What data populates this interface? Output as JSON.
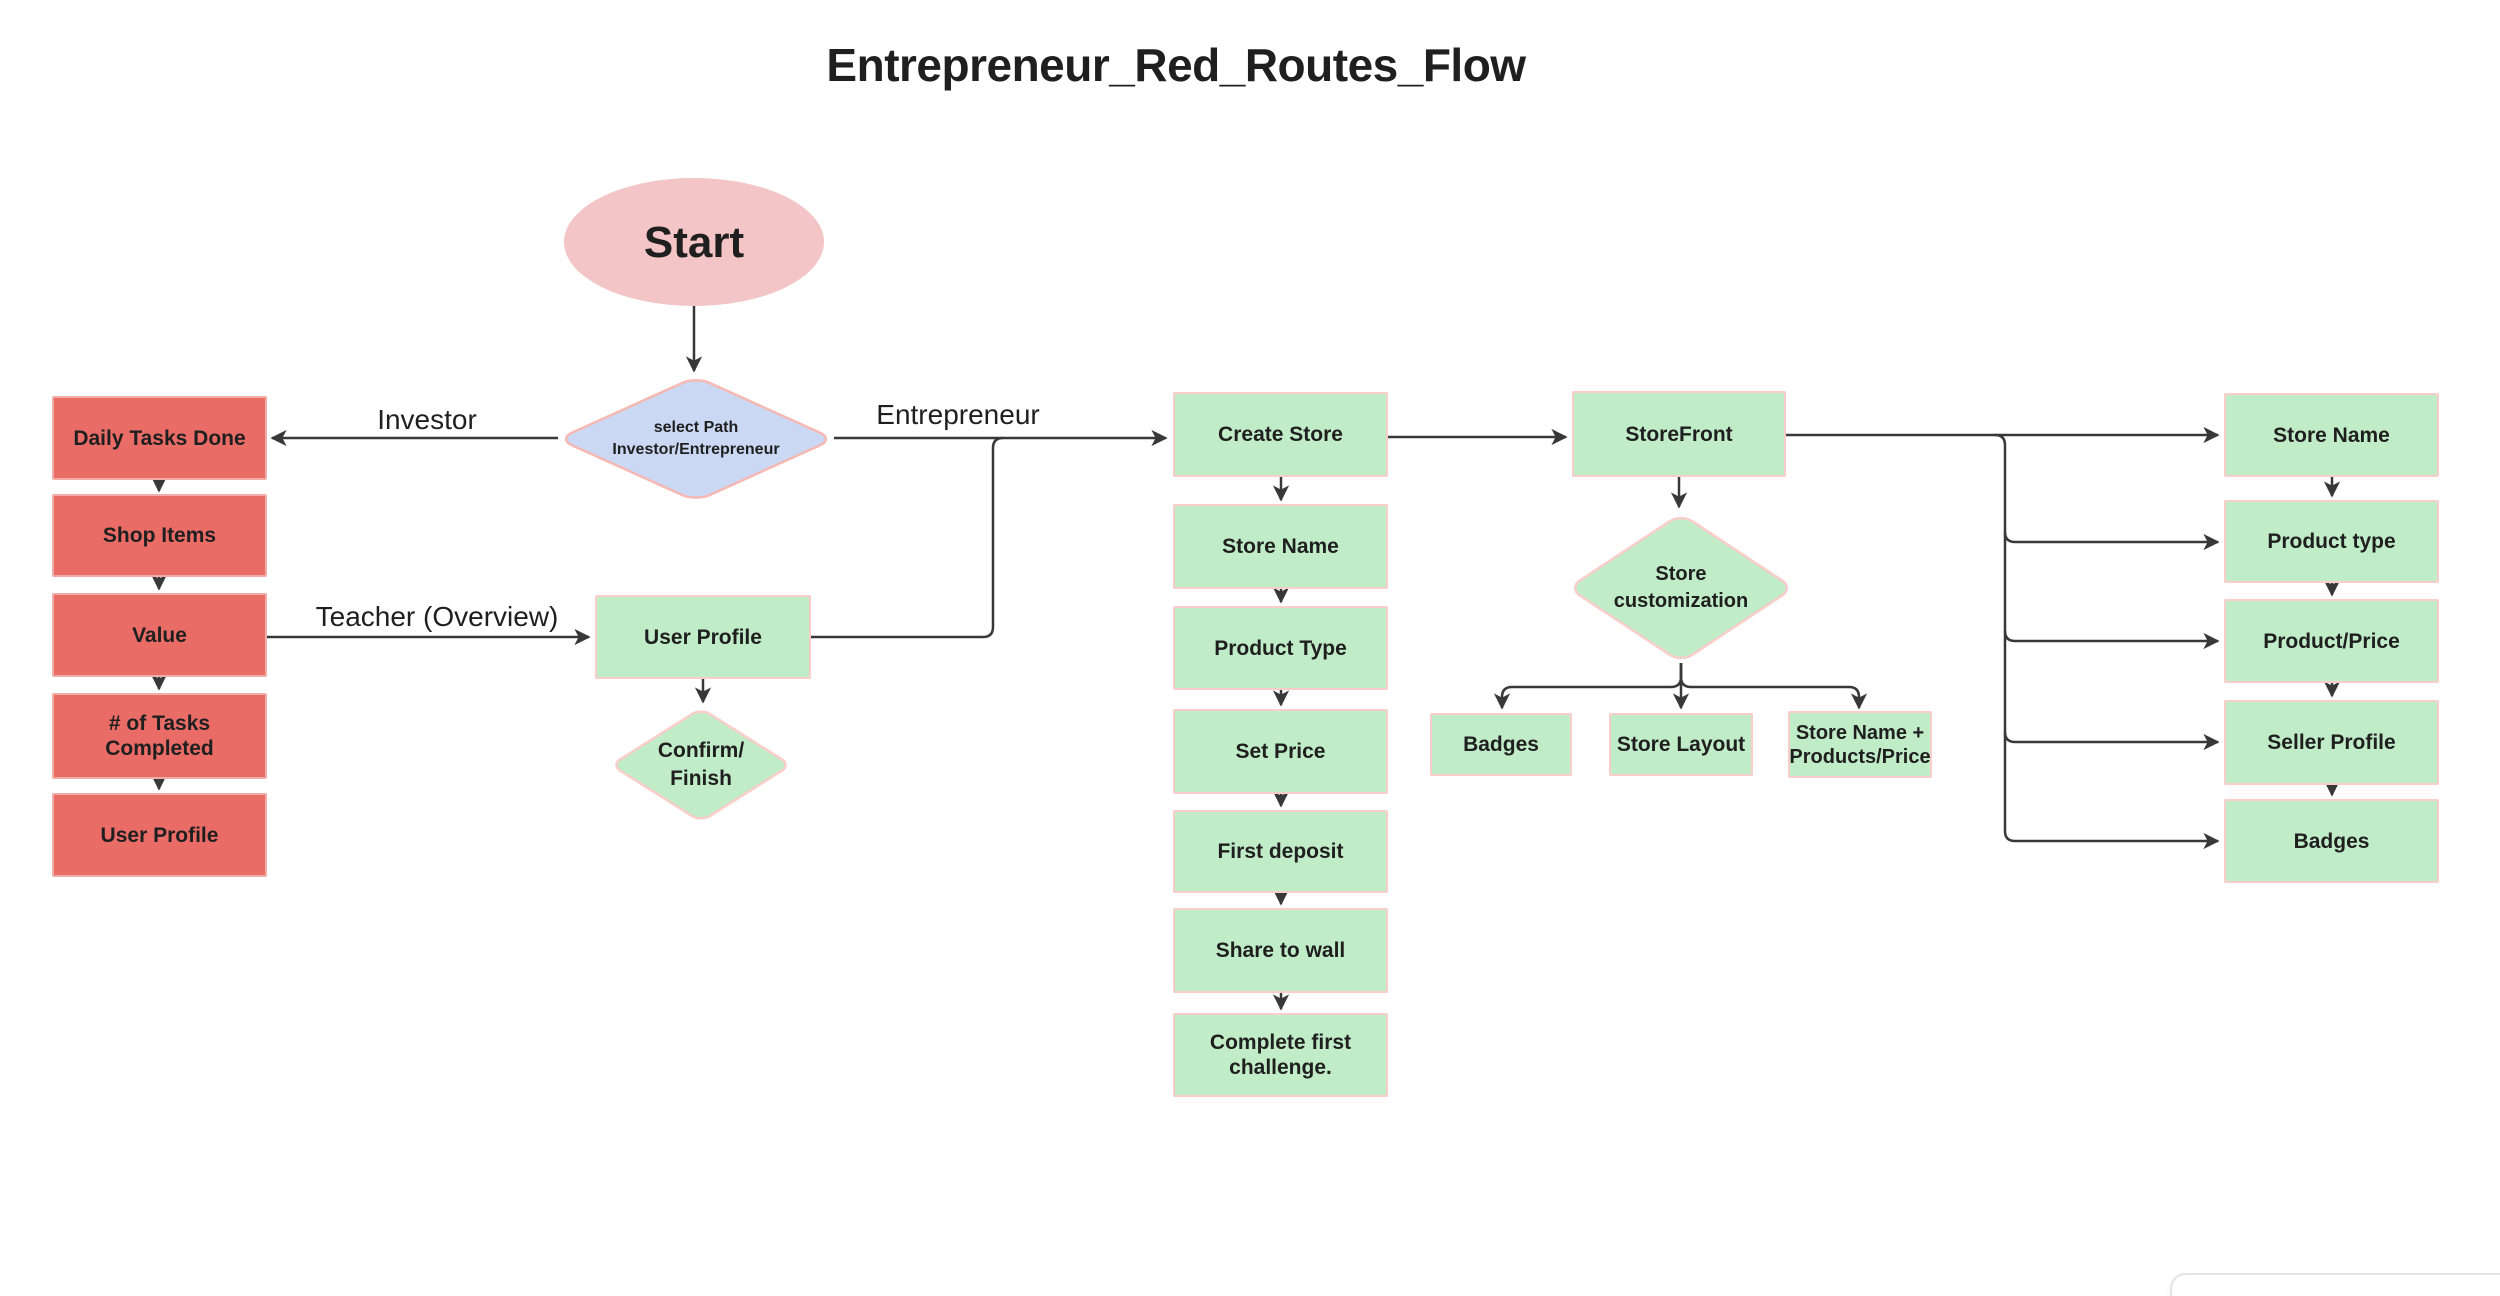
{
  "title": "Entrepreneur_Red_Routes_Flow",
  "edge_labels": {
    "investor": "Investor",
    "entrepreneur": "Entrepreneur",
    "teacher": "Teacher (Overview)"
  },
  "nodes": {
    "start": "Start",
    "select_path": "select Path\nInvestor/Entrepreneur",
    "user_profile_teacher": "User Profile",
    "confirm_finish": "Confirm/\nFinish",
    "storefront": "StoreFront",
    "store_customization": "Store\ncustomization"
  },
  "investor_column": [
    "Daily Tasks Done",
    "Shop Items",
    "Value",
    "# of Tasks Completed",
    "User Profile"
  ],
  "entrepreneur_column": [
    "Create Store",
    "Store Name",
    "Product Type",
    "Set Price",
    "First deposit",
    "Share to wall",
    "Complete first\nchallenge."
  ],
  "customization_children": [
    "Badges",
    "Store Layout",
    "Store Name +\nProducts/Price"
  ],
  "storefront_column": [
    "Store Name",
    "Product type",
    "Product/Price",
    "Seller Profile",
    "Badges"
  ],
  "colors": {
    "red_fill": "#E96C67",
    "red_border": "#F2ACA8",
    "green_fill": "#C1ECC8",
    "green_border": "#F8CDCA",
    "blue_fill": "#CBD8F3",
    "pink_fill": "#F3C5C7",
    "pink_border": "#F5B8B2",
    "line": "#383838",
    "text": "#1F1F1F"
  }
}
